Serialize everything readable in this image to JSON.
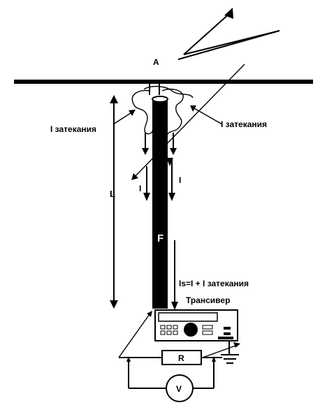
{
  "labels": {
    "antenna_label": "A",
    "leak_left": "I затекания",
    "leak_right": "I затекания",
    "length_label": "L",
    "current_left": "I",
    "current_right": "I",
    "feeder_label": "F",
    "total_current": "Is=I + I затекания",
    "transceiver": "Трансивер",
    "resistor": "R",
    "voltmeter": "V"
  }
}
